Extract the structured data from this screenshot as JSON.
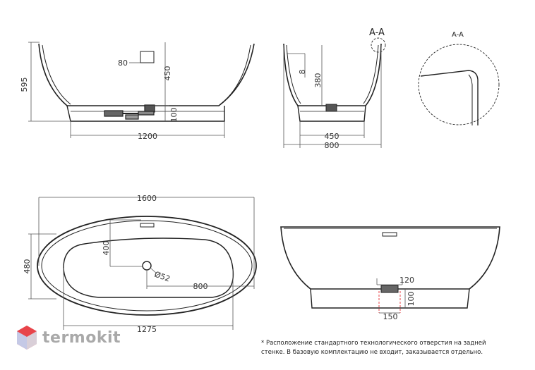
{
  "brand": {
    "name": "termokit",
    "accent": "#e8444a"
  },
  "section_labels": {
    "main": "A-A",
    "detail": "A-A"
  },
  "dimensions": {
    "front_height": "595",
    "front_tap_offset": "80",
    "front_inner_depth": "450",
    "front_base_height": "100",
    "front_base_width": "1200",
    "side_offset": "8",
    "side_depth": "380",
    "side_base_width": "450",
    "side_total_width": "800",
    "top_length": "1600",
    "top_width": "480",
    "top_drain_offset": "400",
    "top_drain_diameter": "Ø52",
    "top_half_length": "800",
    "top_inner_length": "1275",
    "rear_hole_width": "120",
    "rear_hole_height": "100",
    "rear_hole_offset": "150"
  },
  "footnote": {
    "line1": "* Расположение стандартного технологического отверстия на задней",
    "line2": "стенке. В базовую комплектацию не входит, заказывается отдельно."
  }
}
